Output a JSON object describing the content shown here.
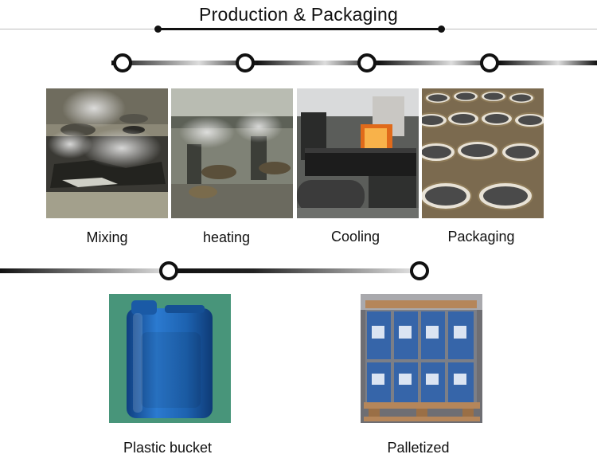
{
  "page": {
    "title": "Production & Packaging"
  },
  "process_steps": [
    {
      "label": "Mixing"
    },
    {
      "label": "heating"
    },
    {
      "label": "Cooling"
    },
    {
      "label": "Packaging"
    }
  ],
  "package_types": [
    {
      "label": "Plastic bucket"
    },
    {
      "label": "Palletized"
    }
  ],
  "colors": {
    "accent": "#111111",
    "rule": "#bdbdbd",
    "bucket_blue": "#1d62b0"
  }
}
